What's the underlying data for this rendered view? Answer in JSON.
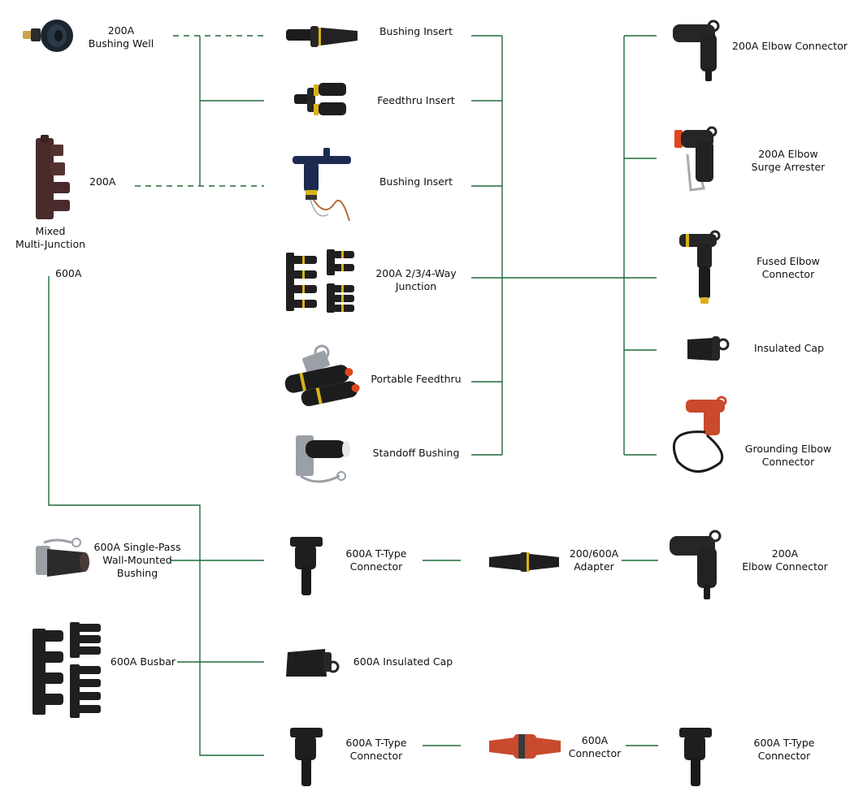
{
  "colors": {
    "connector_line": "#1f6b3a",
    "rubber_black": "#1c1c1c",
    "rubber_dark": "#2b2b2b",
    "brown": "#4a2b2b",
    "yellow_band": "#d9b21a",
    "orange": "#e0461e",
    "red_insulation": "#c94a2d",
    "copper": "#b86b3a",
    "steel": "#9aa0a6",
    "navy": "#1c2a4f"
  },
  "diagram": {
    "bushing_well": {
      "label": "200A\nBushing Well",
      "icon": "bushing-well-icon"
    },
    "multi_junction": {
      "label": "Mixed\nMulti-Junction",
      "icon": "multi-junction-icon",
      "tag_200": "200A",
      "tag_600": "600A"
    },
    "bushing_insert_top": {
      "label": "Bushing Insert",
      "icon": "bushing-insert-icon"
    },
    "feedthru_insert": {
      "label": "Feedthru Insert",
      "icon": "feedthru-insert-icon"
    },
    "bushing_insert_loadbreak": {
      "label": "Bushing Insert",
      "icon": "loadbreak-bushing-insert-icon"
    },
    "junction": {
      "label": "200A 2/3/4-Way\nJunction",
      "icon": "junction-icon"
    },
    "portable_feedthru": {
      "label": "Portable Feedthru",
      "icon": "portable-feedthru-icon"
    },
    "standoff_bushing": {
      "label": "Standoff Bushing",
      "icon": "standoff-bushing-icon"
    },
    "elbow_connector": {
      "label": "200A Elbow Connector",
      "icon": "elbow-connector-icon"
    },
    "surge_arrester": {
      "label": "200A Elbow\nSurge Arrester",
      "icon": "surge-arrester-icon"
    },
    "fused_elbow": {
      "label": "Fused Elbow\nConnector",
      "icon": "fused-elbow-icon"
    },
    "insulated_cap": {
      "label": "Insulated Cap",
      "icon": "insulated-cap-icon"
    },
    "grounding_elbow": {
      "label": "Grounding Elbow\nConnector",
      "icon": "grounding-elbow-icon"
    },
    "wall_bushing": {
      "label": "600A Single-Pass\nWall-Mounted\nBushing",
      "icon": "wall-bushing-icon"
    },
    "t_connector_top": {
      "label": "600A T-Type\nConnector",
      "icon": "t-connector-icon"
    },
    "adapter": {
      "label": "200/600A\nAdapter",
      "icon": "adapter-icon"
    },
    "elbow_200a_bottom": {
      "label": "200A\nElbow Connector",
      "icon": "elbow-connector-icon"
    },
    "busbar": {
      "label": "600A Busbar",
      "icon": "busbar-icon"
    },
    "insulated_cap_600": {
      "label": "600A Insulated Cap",
      "icon": "insulated-cap-600-icon"
    },
    "t_connector_bottom": {
      "label": "600A T-Type\nConnector",
      "icon": "t-connector-icon"
    },
    "connector_600": {
      "label": "600A\nConnector",
      "icon": "connector-600-icon"
    },
    "t_connector_right": {
      "label": "600A T-Type\nConnector",
      "icon": "t-connector-icon"
    }
  }
}
